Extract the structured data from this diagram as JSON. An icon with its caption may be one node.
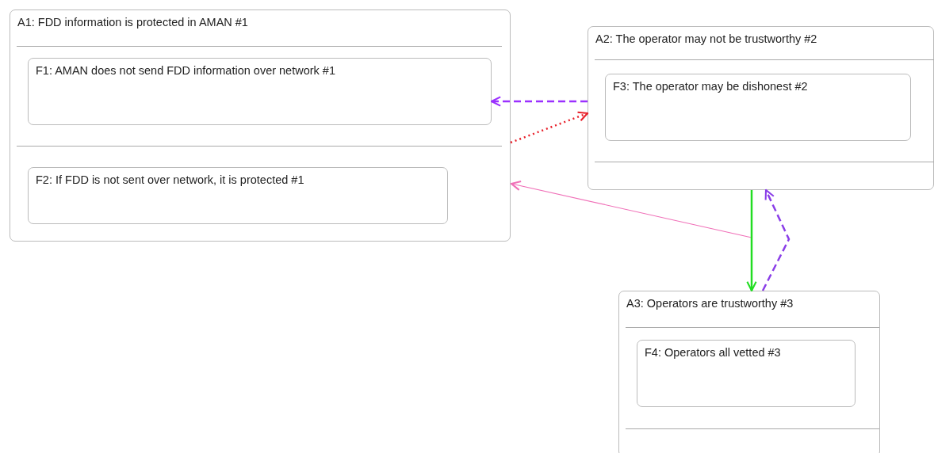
{
  "diagram": {
    "nodes": [
      {
        "text": [
          "A1: FDD information is protected in AMAN #1"
        ]
      },
      {
        "text": [
          "F1: AMAN does not send FDD information over network #1"
        ],
        "in": 0
      },
      {
        "text": [
          "F2: If FDD is not sent over network, it is protected #1"
        ],
        "in": 0
      },
      {
        "text": [
          "A2: The operator may not be trustworthy #2"
        ]
      },
      {
        "text": [
          "F3: The operator may be dishonest #2"
        ],
        "in": 3
      },
      {
        "text": [
          "A3: Operators are trustworthy #3"
        ]
      },
      {
        "text": [
          "F4: Operators all vetted #3"
        ],
        "in": 5
      }
    ],
    "edges": [
      {
        "from": 3,
        "to": 1,
        "arrow": "to",
        "style": "dashed",
        "color": "#9b30ff"
      },
      {
        "from": 0,
        "to": 3,
        "arrow": "to",
        "style": "dashed",
        "color": "#e8202a"
      },
      {
        "from": null,
        "to": 0,
        "arrow": "to",
        "color": "#f070b8"
      },
      {
        "from": 3,
        "to": 5,
        "arrow": "to",
        "color": "#22dd22"
      },
      {
        "from": 5,
        "to": 3,
        "arrow": "to",
        "style": "dashed",
        "color": "#8a3ee8"
      }
    ]
  }
}
